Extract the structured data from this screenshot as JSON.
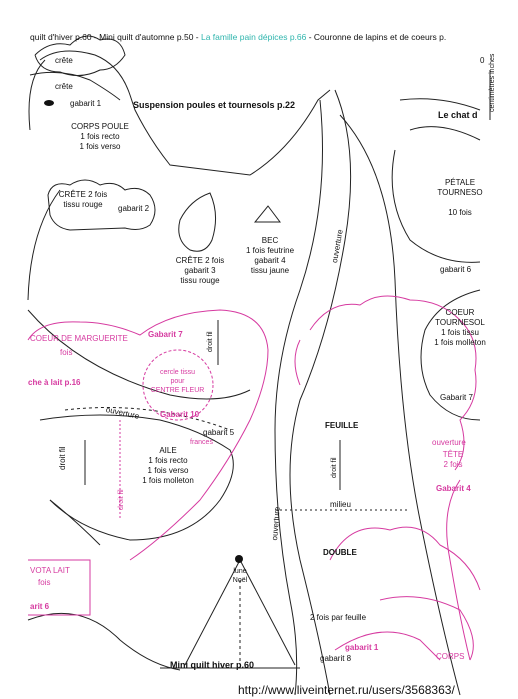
{
  "header": {
    "segments": [
      {
        "text": "quilt d'hiver p.60 - Mini quilt d'automne p.50 - ",
        "color": "#111111"
      },
      {
        "text": "La famille pain dépices p.66",
        "color": "#2fb5ad"
      },
      {
        "text": " - Couronne de lapins et de coeurs p.",
        "color": "#111111"
      }
    ]
  },
  "ruler": {
    "zero": "0",
    "label": "centimètres inches"
  },
  "labels": {
    "crete_top": "crête",
    "crete_mid": "crête",
    "gabarit1": "gabarit 1",
    "suspension_title": "Suspension poules et tournesols p.22",
    "le_chat": "Le chat d",
    "corps_poule": [
      "CORPS POULE",
      "1 fois recto",
      "1 fois verso"
    ],
    "crete2_left": [
      "CRÊTE 2 fois",
      "tissu rouge"
    ],
    "gabarit2": "gabarit 2",
    "crete2_mid": [
      "CRÊTE 2 fois",
      "gabarit 3",
      "tissu rouge"
    ],
    "bec": [
      "BEC",
      "1 fois feutrine",
      "gabarit 4",
      "tissu jaune"
    ],
    "petale": [
      "PÉTALE",
      "TOURNESO",
      "10 fois"
    ],
    "gabarit6": "gabarit 6",
    "ouverture_vertical": "ouverture",
    "coeur_tournesol": [
      "COEUR",
      "TOURNESOL",
      "1 fois tissu",
      "1 fois molleton"
    ],
    "gabarit7_right": "Gabarit 7",
    "coeur_marguerite": "COEUR DE MARGUERITE",
    "fois_small": "fois",
    "gabarit7_pink": "Gabarit 7",
    "droit_fil_1": "droit fil",
    "cercle": [
      "cercle tissu",
      "pour",
      "CENTRE FLEUR"
    ],
    "gabarit10": "Gabarit 10",
    "vache": "che à lait p.16",
    "ouverture_slant": "ouverture",
    "gabarit5": "gabarit 5",
    "frances": "frances",
    "aile": [
      "AILE",
      "1 fois recto",
      "1 fois verso",
      "1 fois molleton"
    ],
    "droit_fil_2": "droit fil",
    "droit_fil_3": "droit fil",
    "feuille": "FEUILLE",
    "droit_fil_4": "droit fil",
    "milieu": "milieu",
    "ouverture_right": "ouverture",
    "tete": [
      "TÊTE",
      "2 fois"
    ],
    "gabarit4_pink": "Gabarit 4",
    "ouverture_left_vert": "ouverture",
    "double": "DOUBLE",
    "lune": [
      "lune",
      "Noël"
    ],
    "deux_fois": "2 fois par feuille",
    "gabarit1_pink": "gabarit 1",
    "gabarit8": "gabarit 8",
    "corps_pink": "CORPS",
    "vota_lait": [
      "VOTA LAIT",
      "fois"
    ],
    "gabarit6_pink": "arit 6",
    "mini_quilt_bottom": "Mini quilt hiver p.60",
    "watermark": "http://www.liveinternet.ru/users/3568363/"
  },
  "colors": {
    "pink": "#d63aa0",
    "teal": "#2fb5ad",
    "ink": "#111111"
  }
}
